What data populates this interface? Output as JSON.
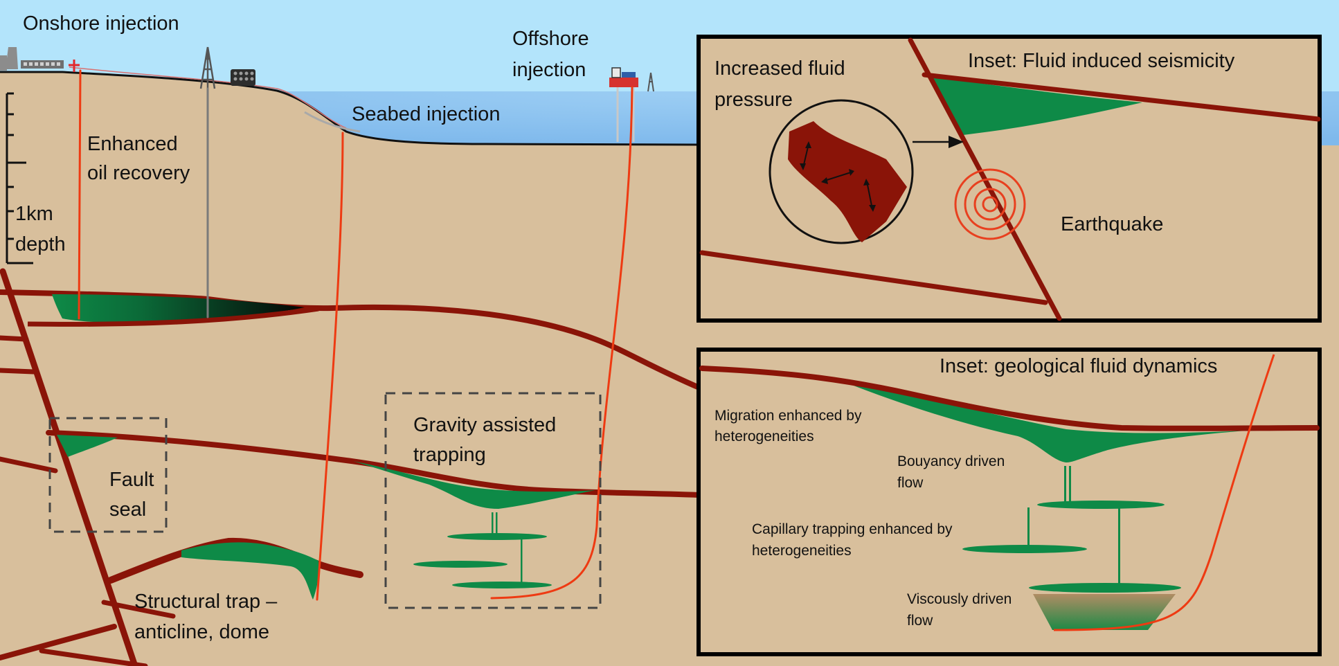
{
  "labels": {
    "onshore": "Onshore injection",
    "offshore_1": "Offshore",
    "offshore_2": "injection",
    "seabed": "Seabed injection",
    "eor_1": "Enhanced",
    "eor_2": "oil recovery",
    "scale_1": "1km",
    "scale_2": "depth",
    "fault_seal_1": "Fault",
    "fault_seal_2": "seal",
    "gravity_1": "Gravity assisted",
    "gravity_2": "trapping",
    "structural_1": "Structural trap –",
    "structural_2": "anticline, dome"
  },
  "inset_seismicity": {
    "title": "Inset: Fluid induced seismicity",
    "pressure_1": "Increased fluid",
    "pressure_2": "pressure",
    "earthquake": "Earthquake"
  },
  "inset_dynamics": {
    "title": "Inset: geological fluid dynamics",
    "migration_1": "Migration enhanced by",
    "migration_2": "heterogeneities",
    "buoyancy_1": "Bouyancy driven",
    "buoyancy_2": "flow",
    "capillary_1": "Capillary trapping enhanced by",
    "capillary_2": "heterogeneities",
    "viscous_1": "Viscously driven",
    "viscous_2": "flow"
  },
  "colors": {
    "sky": "#b3e4fb",
    "sea": "#8ec7f2",
    "rock": "#d8bf9c",
    "fault": "#8a1408",
    "co2": "#0e8a47",
    "well": "#ee3a12",
    "frame": "#000000"
  }
}
